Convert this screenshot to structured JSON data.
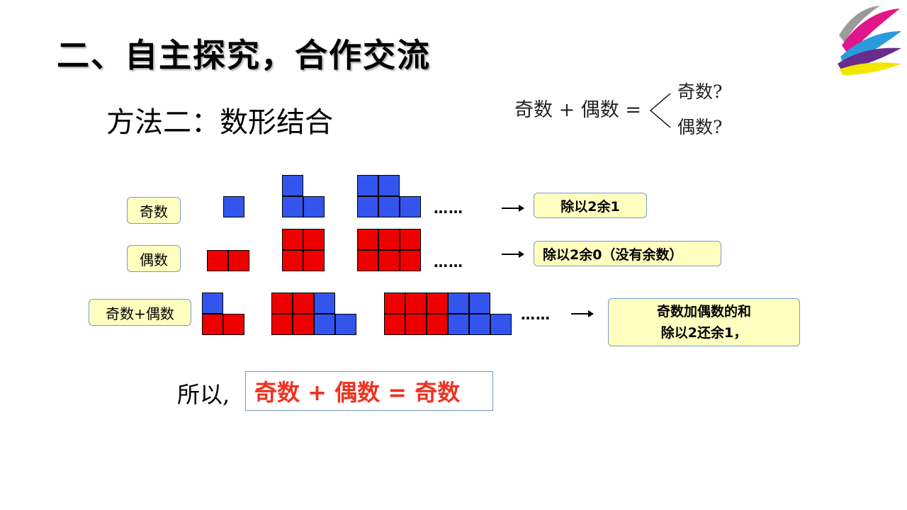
{
  "title": "二、自主探究，合作交流",
  "subtitle": "方法二：数形结合",
  "formula": {
    "left": "奇数 + 偶数 =",
    "option_top": "奇数?",
    "option_bottom": "偶数?"
  },
  "rows": [
    {
      "label": "奇数",
      "ellipsis": "……",
      "result": "除以2余1"
    },
    {
      "label": "偶数",
      "ellipsis": "……",
      "result": "除以2余0（没有余数）"
    },
    {
      "label": "奇数+偶数",
      "ellipsis": "……",
      "result_line1": "奇数加偶数的和",
      "result_line2": "除以2还余1，"
    }
  ],
  "conclusion": {
    "prefix": "所以,",
    "statement": "奇数 + 偶数 = 奇数"
  },
  "colors": {
    "odd_square": "#3355ee",
    "even_square": "#ee0000",
    "label_fill": "#ffffc0",
    "conclusion_text": "#ee3322"
  },
  "icons": [
    "logo-swoosh-icon",
    "arrow-right-icon",
    "brace-icon"
  ]
}
